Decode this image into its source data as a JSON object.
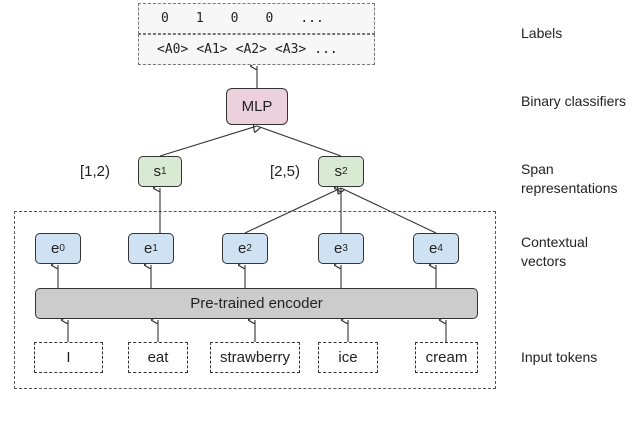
{
  "labels_row": {
    "values": [
      "0",
      "1",
      "0",
      "0",
      "..."
    ]
  },
  "args_row": {
    "values": [
      "<A0>",
      "<A1>",
      "<A2>",
      "<A3>",
      "..."
    ]
  },
  "mlp": {
    "label": "MLP"
  },
  "spans": [
    {
      "name": "s",
      "sub": "1",
      "range": "[1,2)"
    },
    {
      "name": "s",
      "sub": "2",
      "range": "[2,5)"
    }
  ],
  "vectors": [
    {
      "name": "e",
      "sub": "0"
    },
    {
      "name": "e",
      "sub": "1"
    },
    {
      "name": "e",
      "sub": "2"
    },
    {
      "name": "e",
      "sub": "3"
    },
    {
      "name": "e",
      "sub": "4"
    }
  ],
  "encoder": {
    "label": "Pre-trained encoder"
  },
  "tokens": [
    "I",
    "eat",
    "strawberry",
    "ice",
    "cream"
  ],
  "side_labels": {
    "labels": "Labels",
    "classifiers": "Binary classifiers",
    "span_reps": "Span\nrepresentations",
    "contextual": "Contextual\nvectors",
    "input": "Input tokens"
  }
}
